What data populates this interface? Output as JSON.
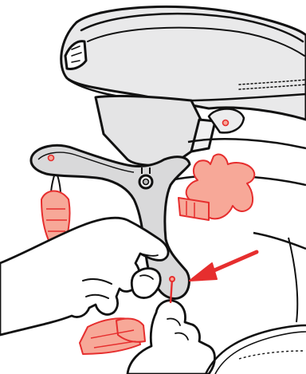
{
  "illustration": {
    "colors": {
      "outline": "#111111",
      "helmet_fill": "#e9e9ea",
      "plate_fill": "#d9d9da",
      "skin": "#ffffff",
      "accent_fill": "#f7a898",
      "accent_stroke": "#e62e2e",
      "arrow": "#e62e2e",
      "background": "#ffffff"
    },
    "icons": [
      "helmet",
      "neck-support-bracket",
      "hand",
      "pointer-arrow",
      "pull-tab",
      "star-pad",
      "strap-loop"
    ]
  }
}
